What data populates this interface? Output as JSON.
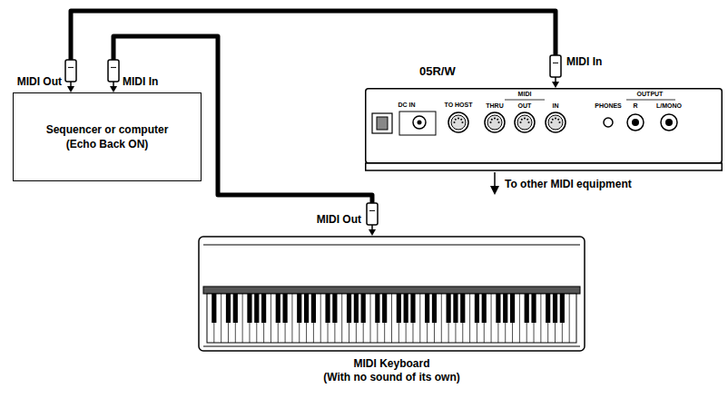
{
  "diagram": {
    "nodes": [
      {
        "text": [
          "Sequencer or computer",
          "(Echo Back ON)"
        ]
      },
      {
        "text": [
          "05R/W"
        ]
      },
      {
        "text": [
          "MIDI Keyboard",
          "(With no sound of its own)"
        ]
      }
    ],
    "edges": [
      {
        "from": 0,
        "to": 1,
        "arrow": "both"
      },
      {
        "from": 2,
        "to": 0,
        "arrow": "both"
      }
    ],
    "labels": [
      "MIDI Out",
      "MIDI In",
      "MIDI In",
      "DC IN",
      "TO HOST",
      "MIDI",
      "THRU",
      "OUT",
      "IN",
      "PHONES",
      "OUTPUT",
      "R",
      "L/MONO",
      "To other MIDI equipment",
      "MIDI Out"
    ]
  }
}
